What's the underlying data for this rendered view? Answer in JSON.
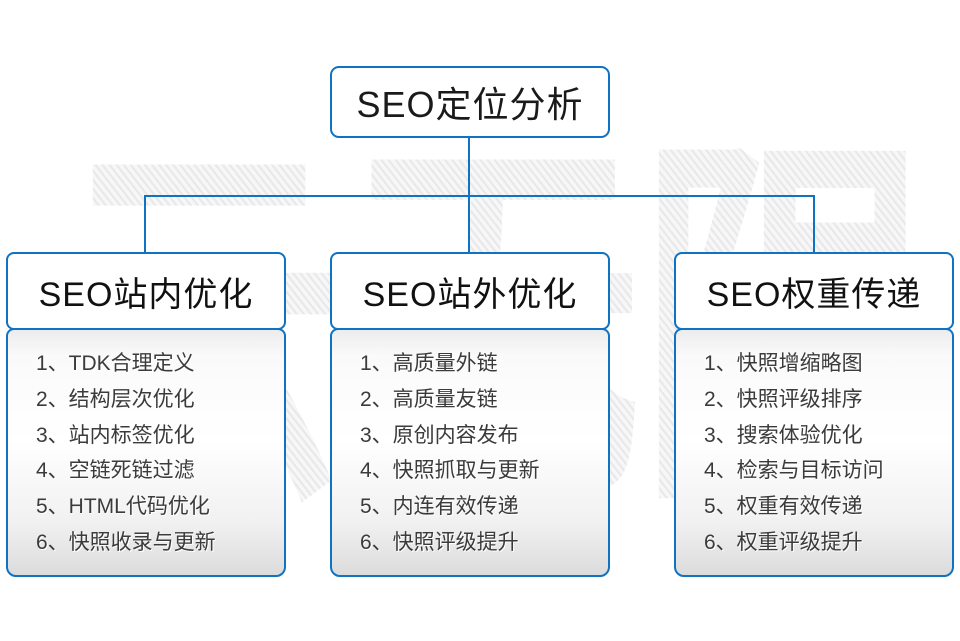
{
  "page": {
    "watermark_text": "云无限",
    "background_color": "#ffffff"
  },
  "diagram": {
    "accent_color": "#0f72c2",
    "root": {
      "label": "SEO定位分析"
    },
    "columns": [
      {
        "title": "SEO站内优化",
        "items": [
          "1、TDK合理定义",
          "2、结构层次优化",
          "3、站内标签优化",
          "4、空链死链过滤",
          "5、HTML代码优化",
          "6、快照收录与更新"
        ]
      },
      {
        "title": "SEO站外优化",
        "items": [
          "1、高质量外链",
          "2、高质量友链",
          "3、原创内容发布",
          "4、快照抓取与更新",
          "5、内连有效传递",
          "6、快照评级提升"
        ]
      },
      {
        "title": "SEO权重传递",
        "items": [
          "1、快照增缩略图",
          "2、快照评级排序",
          "3、搜索体验优化",
          "4、检索与目标访问",
          "5、权重有效传递",
          "6、权重评级提升"
        ]
      }
    ]
  }
}
